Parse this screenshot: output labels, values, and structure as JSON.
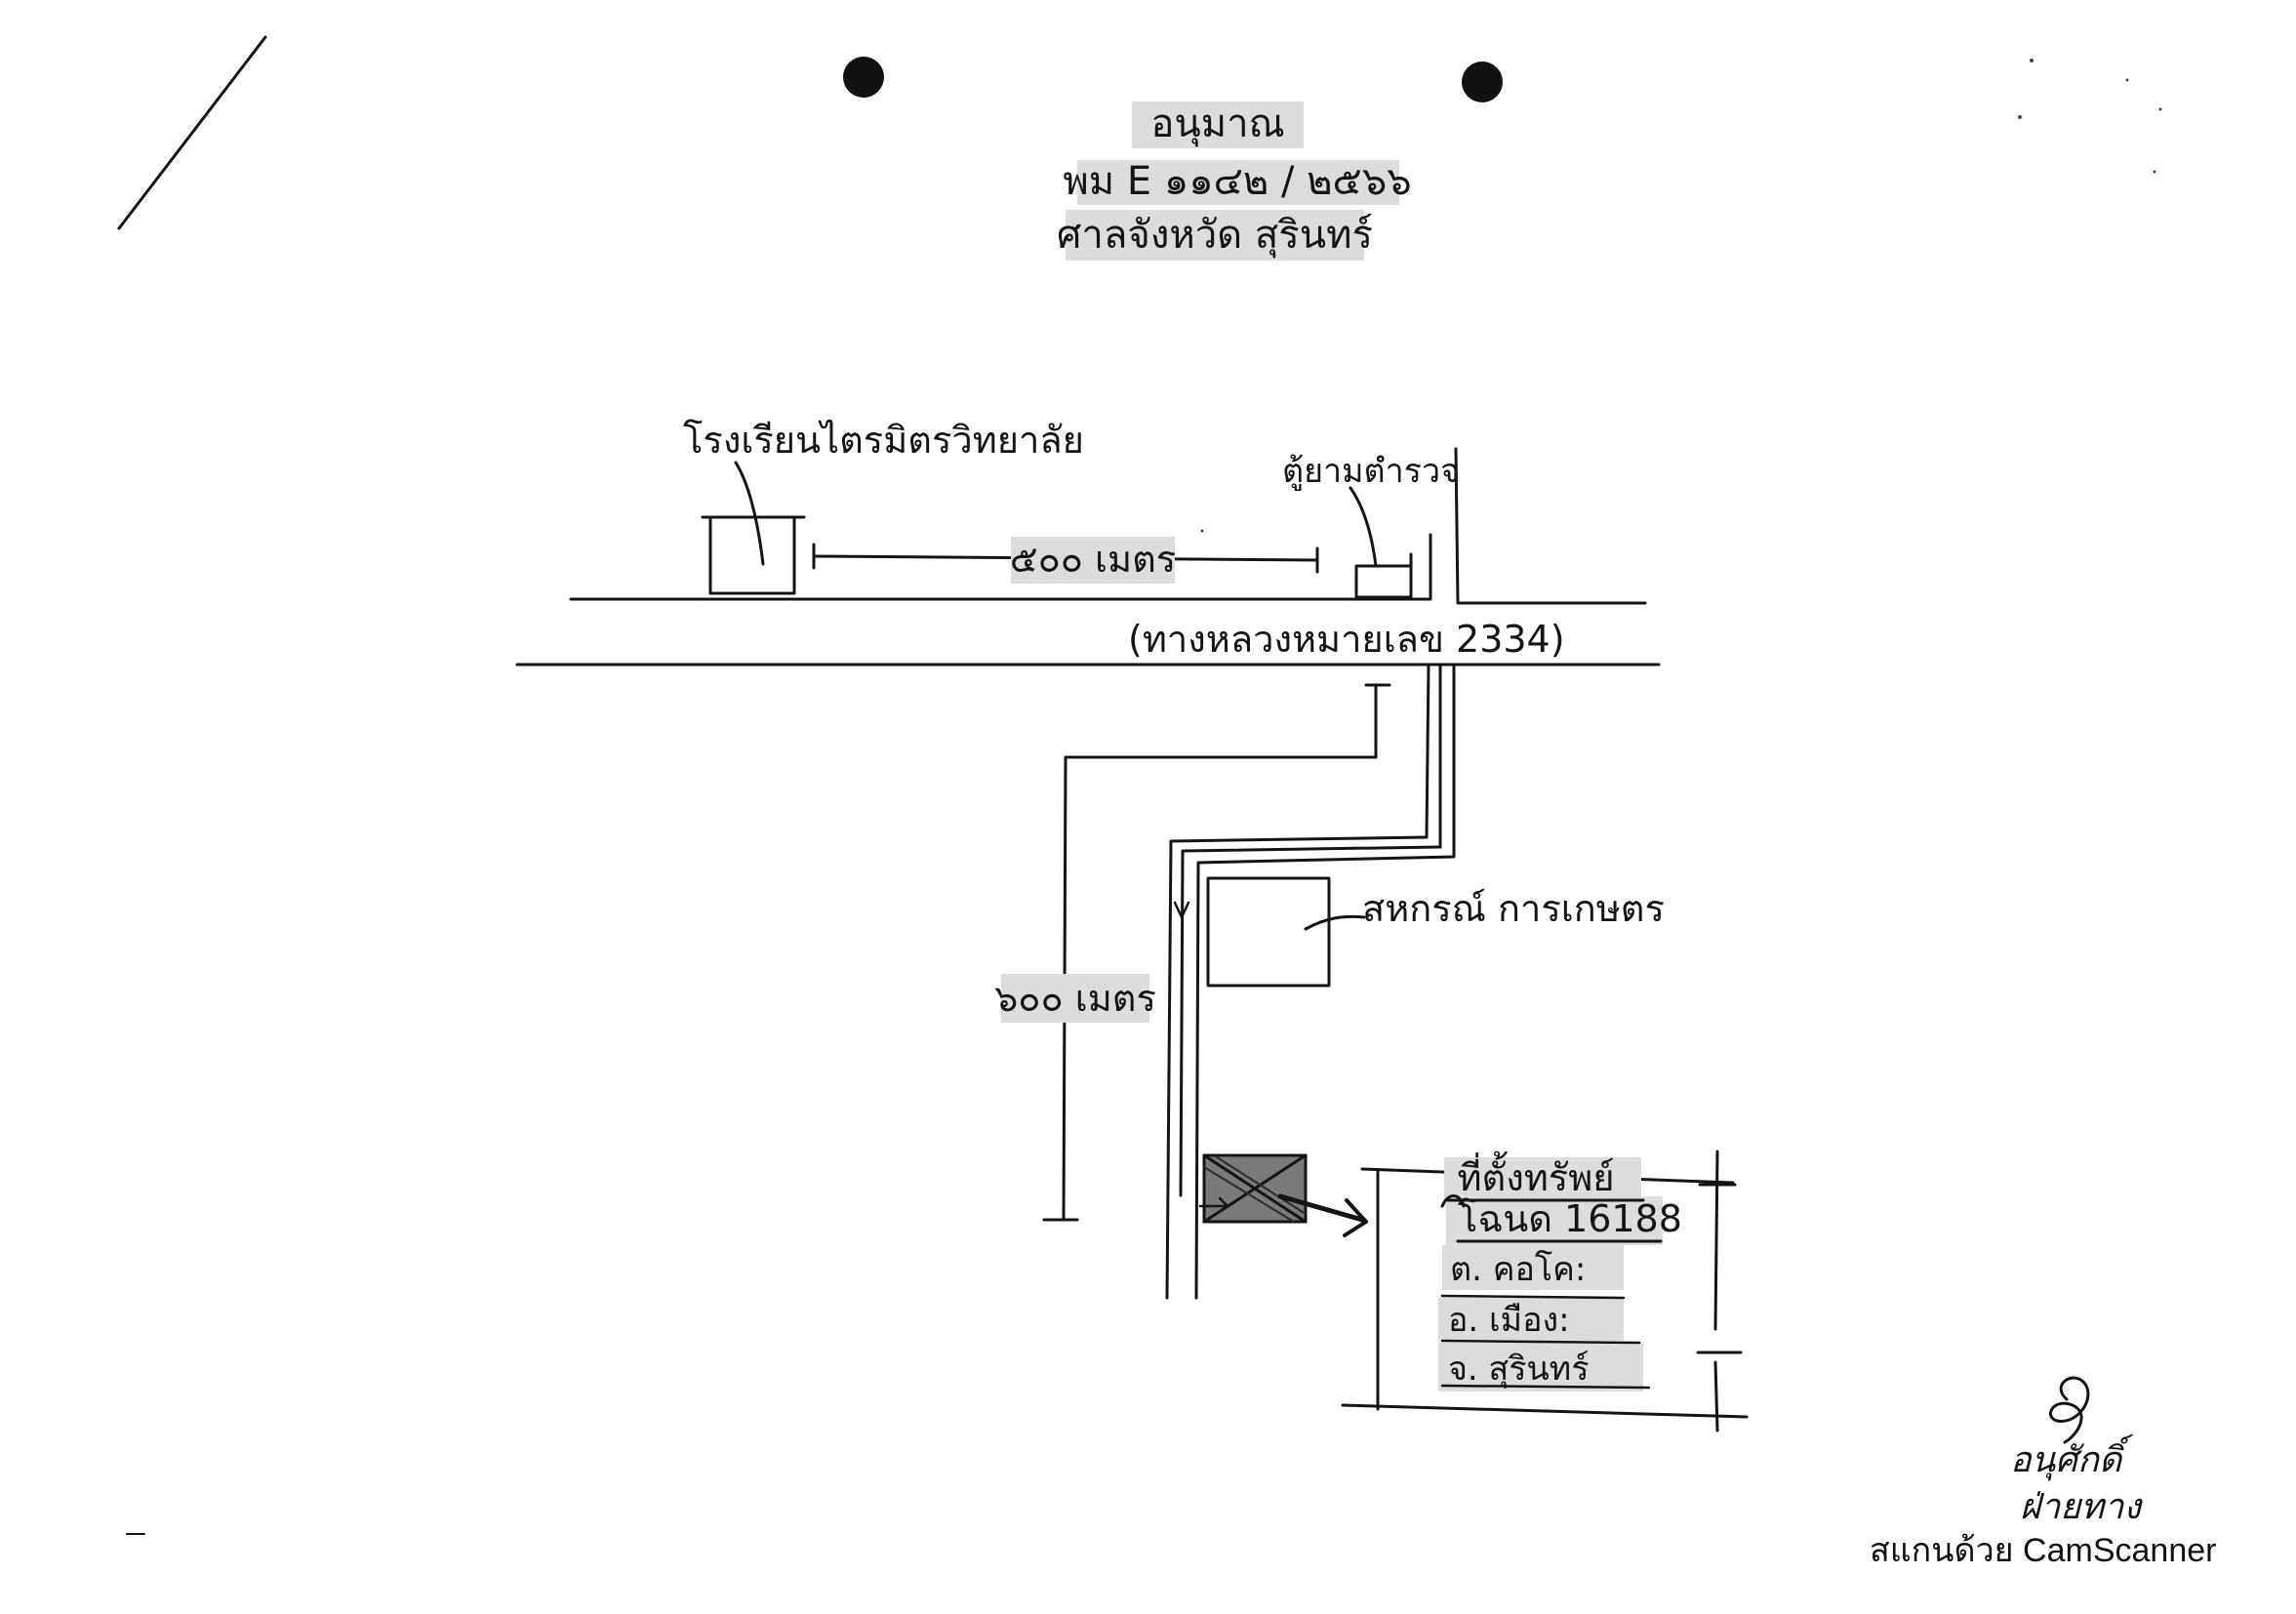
{
  "header": {
    "line1": "อนุมาณ",
    "line2": "พม E ๑๑๔๒ / ๒๕๖๖",
    "line3": "ศาลจังหวัด สุรินทร์"
  },
  "landmarks": {
    "school": "โรงเรียนไตรมิตรวิทยาลัย",
    "police_box": "ตู้ยามตำรวจ",
    "cooperative": "สหกรณ์ การเกษตร",
    "distance_horizontal": "๕๐๐ เมตร",
    "distance_vertical": "๖๐๐ เมตร"
  },
  "road": {
    "label": "(ทางหลวงหมายเลข 2334)"
  },
  "target": {
    "title": "ที่ตั้งทรัพย์",
    "deed": "โฉนด 16188",
    "subdistrict": "ต. คอโค:",
    "district": "อ. เมือง:",
    "province": "จ. สุรินทร์"
  },
  "signature": {
    "name": "อนุศักดิ์",
    "surname": "ฝ่ายทาง"
  },
  "watermark": "สแกนด้วย CamScanner"
}
